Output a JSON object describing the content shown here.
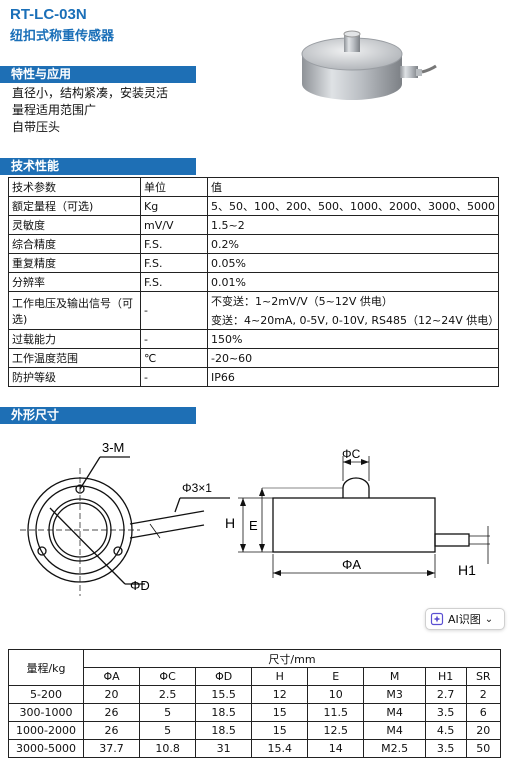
{
  "header": {
    "model": "RT-LC-03N",
    "subtitle": "纽扣式称重传感器"
  },
  "features": {
    "title": "特性与应用",
    "items": [
      "直径小，结构紧凑，安装灵活",
      "量程适用范围广",
      "自带压头"
    ]
  },
  "specs": {
    "title": "技术性能",
    "header": [
      "技术参数",
      "单位",
      "值"
    ],
    "rows": [
      [
        "额定量程（可选)",
        "Kg",
        "5、50、100、200、500、1000、2000、3000、5000"
      ],
      [
        "灵敏度",
        "mV/V",
        "1.5~2"
      ],
      [
        "综合精度",
        "F.S.",
        "0.2%"
      ],
      [
        "重复精度",
        "F.S.",
        "0.05%"
      ],
      [
        "分辨率",
        "F.S.",
        "0.01%"
      ]
    ],
    "signal_row": {
      "param": "工作电压及输出信号（可选)",
      "unit": "-",
      "line1": "不变送：1~2mV/V（5~12V 供电）",
      "line2": "变送：4~20mA, 0-5V, 0-10V, RS485（12~24V 供电）"
    },
    "rows_after": [
      [
        "过载能力",
        "-",
        "150%"
      ],
      [
        "工作温度范围",
        "℃",
        "-20~60"
      ],
      [
        "防护等级",
        "-",
        "IP66"
      ]
    ]
  },
  "dimensions_section": {
    "title": "外形尺寸",
    "labels": {
      "m": "3-M",
      "cable": "Φ3×1",
      "d": "ΦD",
      "c": "ΦC",
      "h": "H",
      "e": "E",
      "a": "ΦA",
      "h1": "H1"
    }
  },
  "ai_button": {
    "label": "AI识图"
  },
  "dims_table": {
    "range_header": "量程/kg",
    "size_header": "尺寸/mm",
    "columns": [
      "ΦA",
      "ΦC",
      "ΦD",
      "H",
      "E",
      "M",
      "H1",
      "SR"
    ],
    "rows": [
      [
        "5-200",
        "20",
        "2.5",
        "15.5",
        "12",
        "10",
        "M3",
        "2.7",
        "2"
      ],
      [
        "300-1000",
        "26",
        "5",
        "18.5",
        "15",
        "11.5",
        "M4",
        "3.5",
        "6"
      ],
      [
        "1000-2000",
        "26",
        "5",
        "18.5",
        "15",
        "12.5",
        "M4",
        "4.5",
        "20"
      ],
      [
        "3000-5000",
        "37.7",
        "10.8",
        "31",
        "15.4",
        "14",
        "M2.5",
        "3.5",
        "50"
      ]
    ]
  }
}
